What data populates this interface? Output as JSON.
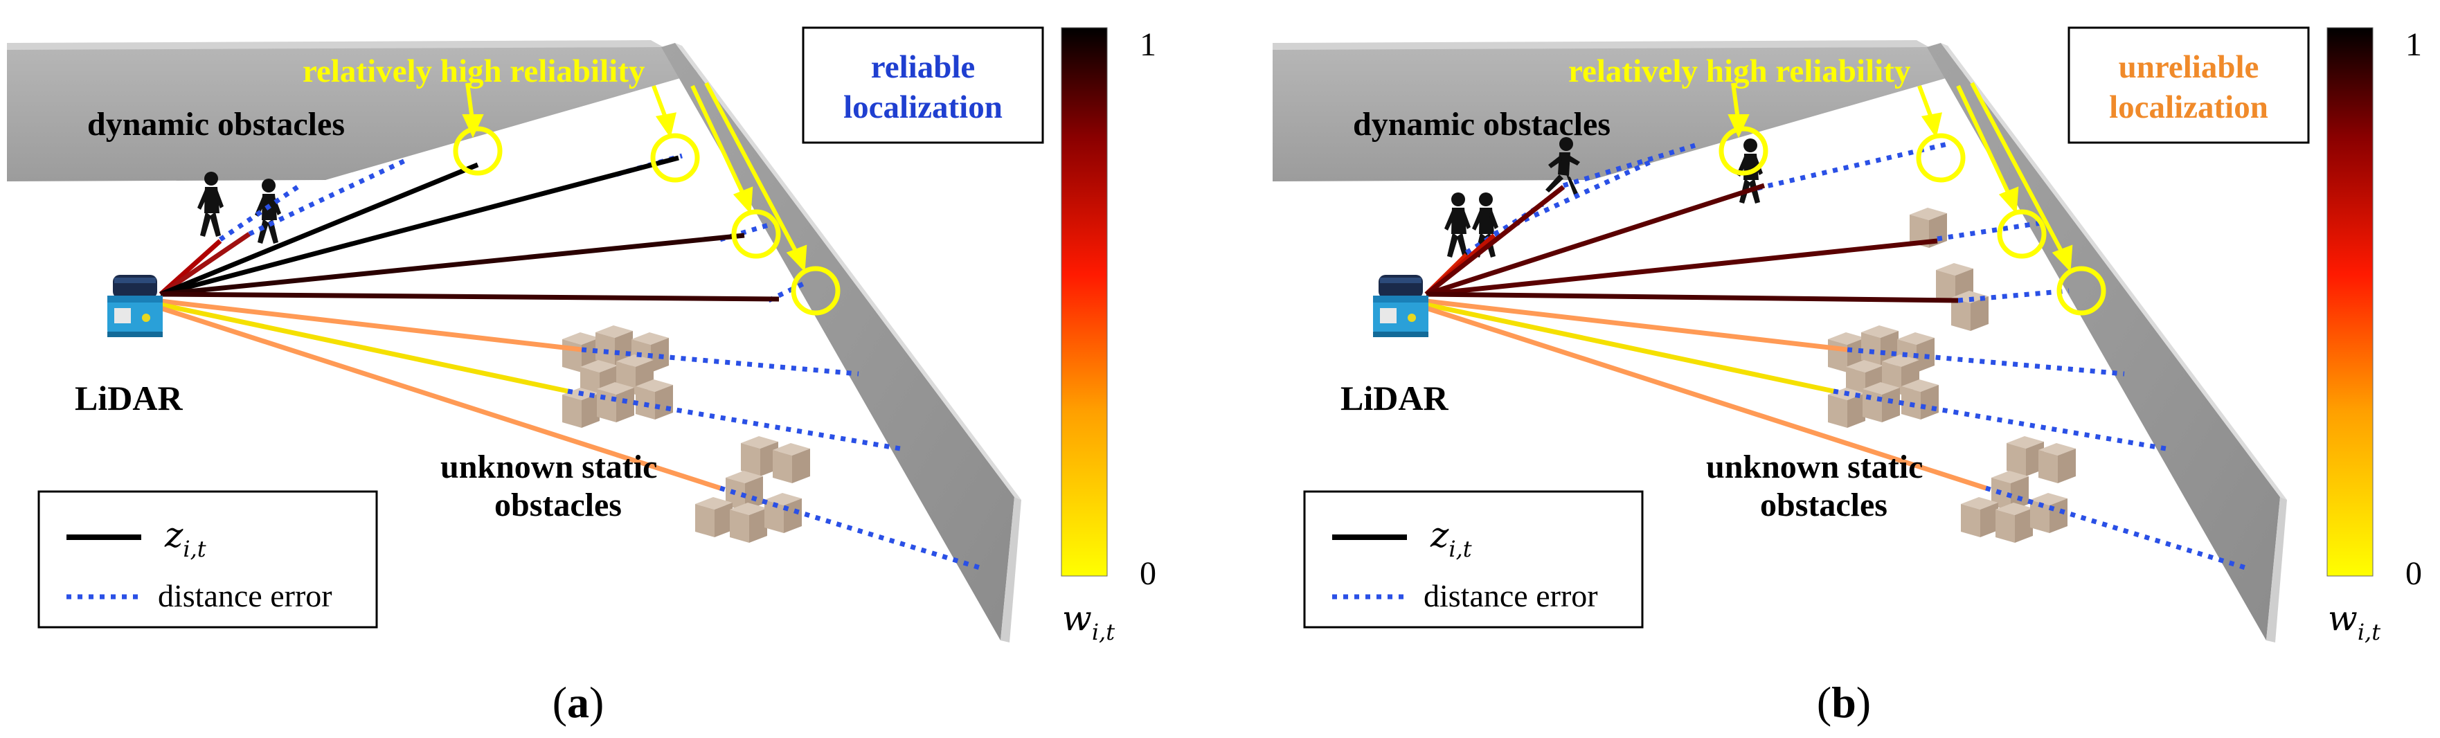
{
  "colors": {
    "wall_face": "#a9a9a9",
    "wall_top": "#d3d3d3",
    "wall_side": "#9b9b9b",
    "highlight": "#ffff00",
    "error_line": "#2a50e6",
    "reliable_text": "#1f3fd0",
    "unreliable_text": "#f08a2a",
    "box": "#c9b7a6",
    "lidar_body": "#1a2a4a",
    "lidar_face": "#2aa0d8"
  },
  "panels": [
    {
      "label": "(a)",
      "label_letter": "a",
      "dynamic_obstacles": "dynamic obstacles",
      "high_reliability": "relatively high reliability",
      "status_line1": "reliable",
      "status_line2": "localization",
      "lidar_label": "LiDAR",
      "static_line1": "unknown static",
      "static_line2": "obstacles",
      "legend_z_sym": "z",
      "legend_z_sub": "i,t",
      "legend_error": "distance error",
      "colorbar_max": "1",
      "colorbar_min": "0",
      "colorbar_sym": "w",
      "colorbar_sub": "i,t"
    },
    {
      "label": "(b)",
      "label_letter": "b",
      "dynamic_obstacles": "dynamic obstacles",
      "high_reliability": "relatively high reliability",
      "status_line1": "unreliable",
      "status_line2": "localization",
      "lidar_label": "LiDAR",
      "static_line1": "unknown static",
      "static_line2": "obstacles",
      "legend_z_sym": "z",
      "legend_z_sub": "i,t",
      "legend_error": "distance error",
      "colorbar_max": "1",
      "colorbar_min": "0",
      "colorbar_sym": "w",
      "colorbar_sub": "i,t"
    }
  ]
}
